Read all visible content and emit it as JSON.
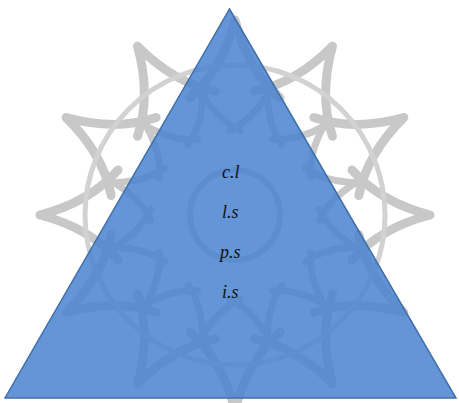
{
  "diagram": {
    "nodes": [
      {
        "text": [
          "c.l",
          "l.s",
          "p.s",
          "i.s"
        ]
      }
    ]
  }
}
